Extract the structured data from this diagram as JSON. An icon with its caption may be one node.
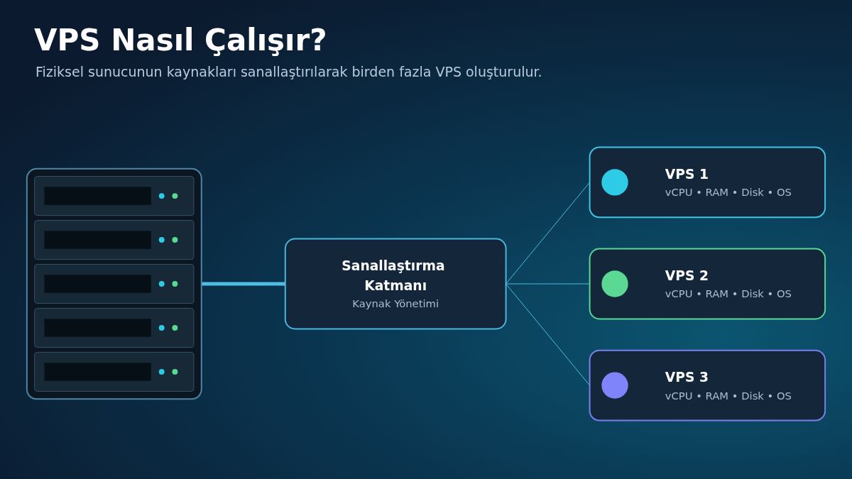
{
  "diagram": {
    "title": "VPS Nasıl Çalışır?",
    "nodes": [
      {
        "text": [],
        "shape": "picture"
      },
      {
        "text": [
          "Sanallaştırma Katmanı",
          "Kaynak Yönetimi"
        ]
      },
      {
        "text": [
          "VPS 1",
          "vCPU • RAM • Disk • OS"
        ]
      },
      {
        "text": [
          "VPS 2",
          "vCPU • RAM • Disk • OS"
        ]
      },
      {
        "text": [
          "VPS 3",
          "vCPU • RAM • Disk • OS"
        ]
      }
    ],
    "edges": [
      {
        "from": 0,
        "to": 1,
        "arrow": "none",
        "style": "thick"
      },
      {
        "from": 1,
        "to": 2,
        "arrow": "none"
      },
      {
        "from": 1,
        "to": 3,
        "arrow": "none"
      },
      {
        "from": 1,
        "to": 4,
        "arrow": "none"
      }
    ],
    "labels": [
      "Fiziksel sunucunun kaynakları sanallaştırılarak birden fazla VPS oluşturulur."
    ]
  }
}
